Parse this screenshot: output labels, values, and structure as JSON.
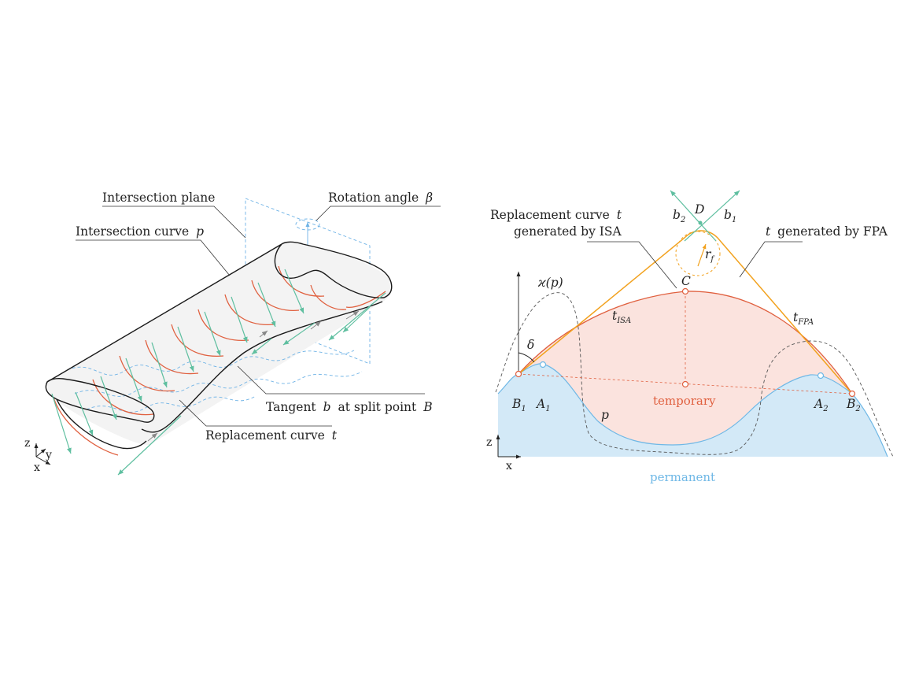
{
  "left": {
    "label_plane": "Intersection plane",
    "label_rotation": "Rotation angle",
    "label_rotation_sym": "β",
    "label_curve_p": "Intersection curve",
    "label_curve_p_sym": "p",
    "label_tangent": "Tangent",
    "label_tangent_b": "b",
    "label_tangent_mid": "at split point",
    "label_tangent_B": "B",
    "label_replacement": "Replacement curve",
    "label_replacement_sym": "t",
    "axis_z": "z",
    "axis_y": "y",
    "axis_x": "x"
  },
  "right": {
    "label_isa_line1": "Replacement curve",
    "label_isa_line1_sym": "t",
    "label_isa_line2": "generated by ISA",
    "label_fpa_sym": "t",
    "label_fpa": "generated by FPA",
    "label_D": "D",
    "label_b2": "b",
    "label_b2_sub": "2",
    "label_b1": "b",
    "label_b1_sub": "1",
    "label_rf": "r",
    "label_rf_sub": "f",
    "label_C": "C",
    "label_kappa": "ϰ(p)",
    "label_delta": "δ",
    "label_t_isa": "t",
    "label_t_isa_sub": "ISA",
    "label_t_fpa": "t",
    "label_t_fpa_sub": "FPA",
    "label_B1": "B",
    "label_B1_sub": "1",
    "label_A1": "A",
    "label_A1_sub": "1",
    "label_p": "p",
    "label_A2": "A",
    "label_A2_sub": "2",
    "label_B2": "B",
    "label_B2_sub": "2",
    "label_temporary": "temporary",
    "label_permanent": "permanent",
    "axis_z": "z",
    "axis_x": "x"
  },
  "colors": {
    "temporary": "#e0603f",
    "permanent": "#6fb8e6",
    "temporary_fill": "#fbe3de",
    "permanent_fill": "#d3e9f7",
    "tangent": "#5fbfa0",
    "fpa": "#f2a21f"
  }
}
